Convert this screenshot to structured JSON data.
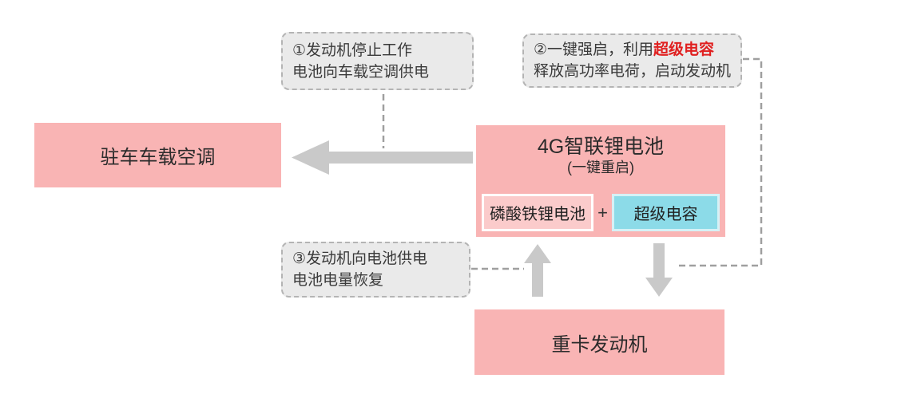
{
  "diagram": {
    "notes": {
      "note1": {
        "line1": "①发动机停止工作",
        "line2": "电池向车载空调供电"
      },
      "note2": {
        "line1_prefix": "②一键强启，利用",
        "line1_highlight": "超级电容",
        "line2": "释放高功率电荷，启动发动机"
      },
      "note3": {
        "line1": "③发动机向电池供电",
        "line2": "电池电量恢复"
      }
    },
    "nodes": {
      "air_conditioner": {
        "label": "驻车车载空调"
      },
      "battery": {
        "title": "4G智联锂电池",
        "subtitle": "(一键重启)",
        "component_left": "磷酸铁锂电池",
        "plus": "+",
        "component_right": "超级电容"
      },
      "engine": {
        "label": "重卡发动机"
      }
    },
    "colors": {
      "node_pink": "#f9b4b4",
      "component_pink": "#fbcbcb",
      "component_cyan": "#8cdbe8",
      "note_gray": "#eaeaea",
      "arrow_gray": "#c9c9c9",
      "connector_gray": "#9f9f9f",
      "highlight_red": "#e02020",
      "text_dark": "#2b2b2b"
    }
  }
}
